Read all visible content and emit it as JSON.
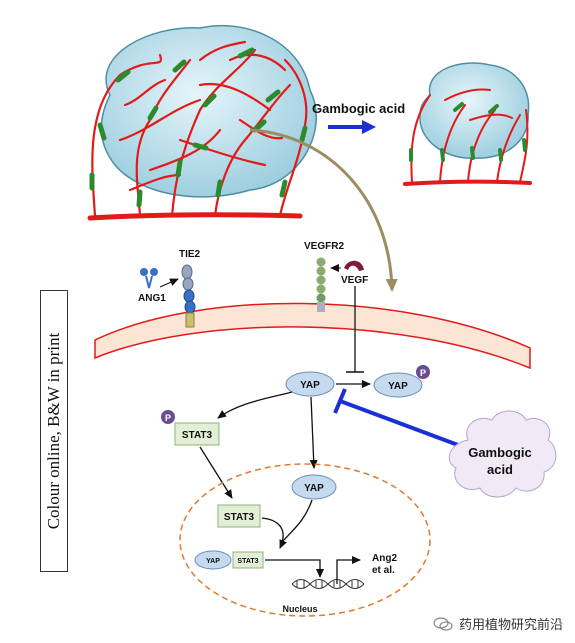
{
  "title": "",
  "drug_top": "Gambogic acid",
  "receptors": {
    "tie2": "TIE2",
    "ang1": "ANG1",
    "vegfr2": "VEGFR2",
    "vegf": "VEGF"
  },
  "nodes": {
    "yap_top": "YAP",
    "yap_phospho": "YAP",
    "p_badge": "P",
    "stat3_top": "STAT3",
    "yap_nucleus": "YAP",
    "stat3_nucleus": "STAT3",
    "complex_yap": "YAP",
    "complex_stat3": "STAT3",
    "target_genes_line1": "Ang2",
    "target_genes_line2": "et al.",
    "nucleus": "Nucleus"
  },
  "cloud": {
    "line1": "Gambogic",
    "line2": "acid"
  },
  "side_label": "Colour online, B&W in print",
  "watermark": "药用植物研究前沿",
  "colors": {
    "tumor_fill": "#b3dce8",
    "tumor_stroke": "#4f8ea3",
    "vessel": "#e11a1a",
    "vessel_segment": "#2b8a2b",
    "arrow_drug": "#1a2fd6",
    "olive_arrow": "#9d8c60",
    "membrane_fill": "#fde5d6",
    "node_fill": "#c5d9ef",
    "stat3_fill": "#e2efd6",
    "phospho": "#6a4c93",
    "nucleus_border": "#e07a2f",
    "cloud_fill": "#f1e9f6"
  }
}
